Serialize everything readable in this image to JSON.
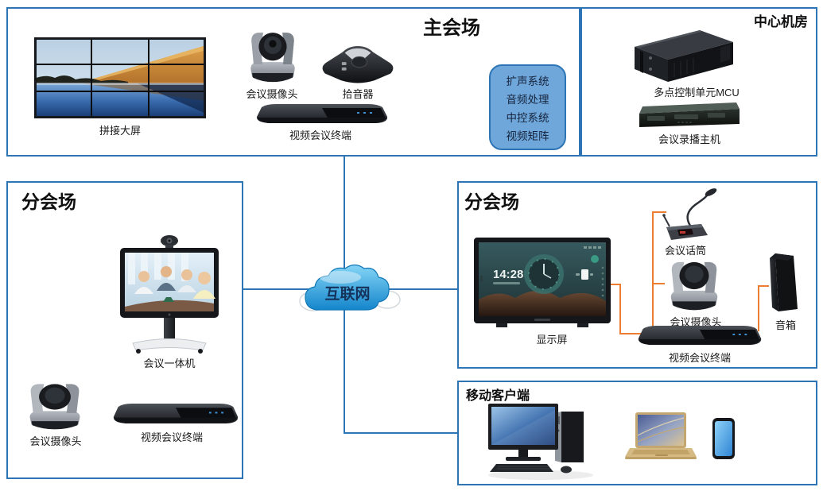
{
  "colors": {
    "box_border": "#2E75B6",
    "network_line": "#2E75B6",
    "device_link_line": "#ED7D31",
    "callout_fill": "#6FA7DB",
    "cloud_blue": "#1787CF"
  },
  "cloud": {
    "label": "互联网"
  },
  "boxes": {
    "main_venue": {
      "title": "主会场",
      "video_wall_label": "拼接大屏",
      "camera_label": "会议摄像头",
      "pickup_label": "拾音器",
      "terminal_label": "视频会议终端",
      "subsystems": [
        "扩声系统",
        "音频处理",
        "中控系统",
        "视频矩阵"
      ]
    },
    "machine_room": {
      "title": "中心机房",
      "mcu_label": "多点控制单元MCU",
      "recorder_label": "会议录播主机"
    },
    "branch_left": {
      "title": "分会场",
      "all_in_one_label": "会议一体机",
      "camera_label": "会议摄像头",
      "terminal_label": "视频会议终端"
    },
    "branch_right": {
      "title": "分会场",
      "display_label": "显示屏",
      "display_time": "14:28",
      "mic_label": "会议话筒",
      "camera_label": "会议摄像头",
      "speaker_label": "音箱",
      "terminal_label": "视频会议终端"
    },
    "mobile_clients": {
      "title": "移动客户端"
    }
  }
}
